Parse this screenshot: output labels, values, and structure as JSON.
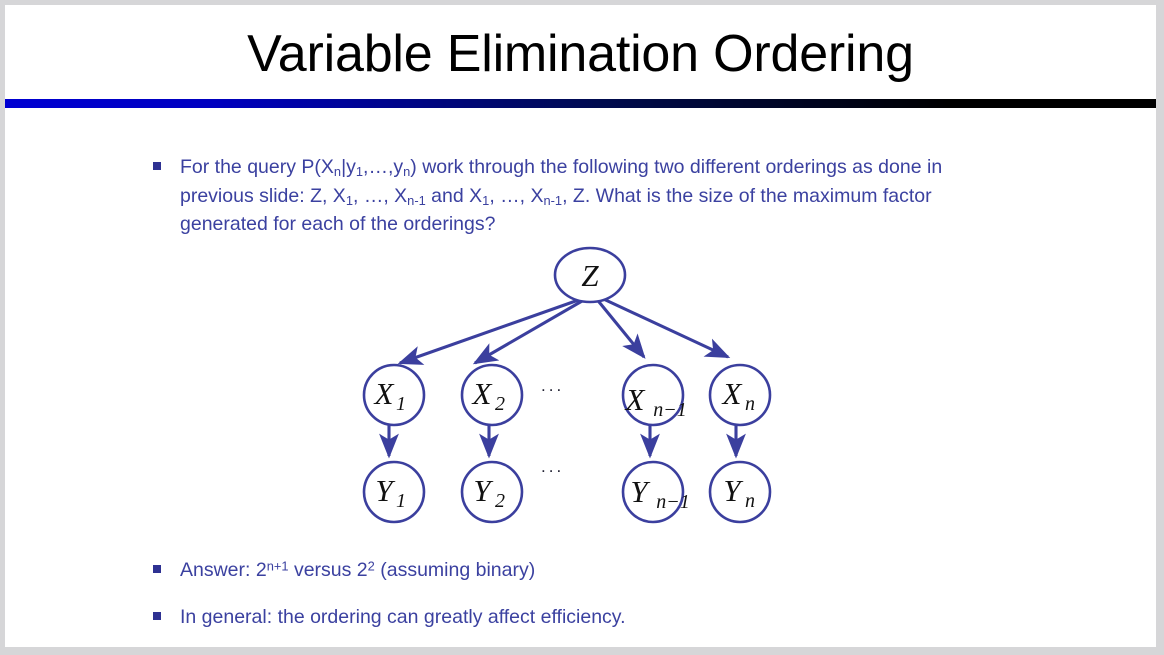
{
  "slide": {
    "title": "Variable Elimination Ordering",
    "accent_color": "#2e3192",
    "text_color": "#3b41a0",
    "title_color": "#000000",
    "rule_gradient_from": "#0000d2",
    "rule_gradient_to": "#000000",
    "frame_color": "#d6d6d8",
    "background": "#ffffff"
  },
  "bullets": {
    "query": {
      "lead": "For the query P(X",
      "sub_n_1": "n",
      "mid1": "|y",
      "sub_1": "1",
      "mid2": ",…,y",
      "sub_n_2": "n",
      "mid3": ") work through the following two different orderings as done in previous slide: Z, X",
      "sub_1b": "1",
      "mid4": ", …, X",
      "sub_n_minus_1a": "n-1",
      "mid5": " and X",
      "sub_1c": "1",
      "mid6": ", …, X",
      "sub_n_minus_1b": "n-1",
      "tail": ", Z.  What is the size of the maximum factor generated for each of the orderings?"
    },
    "answer": {
      "prefix": "Answer: 2",
      "sup1": "n+1",
      "mid": " versus 2",
      "sup2": "2",
      "suffix": " (assuming binary)"
    },
    "general": "In general: the ordering can greatly affect efficiency."
  },
  "diagram": {
    "root": {
      "label": "Z",
      "sub": ""
    },
    "x_nodes": [
      {
        "label": "X",
        "sub": "1"
      },
      {
        "label": "X",
        "sub": "2"
      },
      {
        "label": "X",
        "sub": "n−1"
      },
      {
        "label": "X",
        "sub": "n"
      }
    ],
    "y_nodes": [
      {
        "label": "Y",
        "sub": "1"
      },
      {
        "label": "Y",
        "sub": "2"
      },
      {
        "label": "Y",
        "sub": "n−1"
      },
      {
        "label": "Y",
        "sub": "n"
      }
    ],
    "ellipsis": "▪ ▪ ▪",
    "ellipsis_x": "...",
    "ellipsis_y": "...",
    "edge_color": "#3b3f9e",
    "node_stroke": "#3b3f9e"
  }
}
